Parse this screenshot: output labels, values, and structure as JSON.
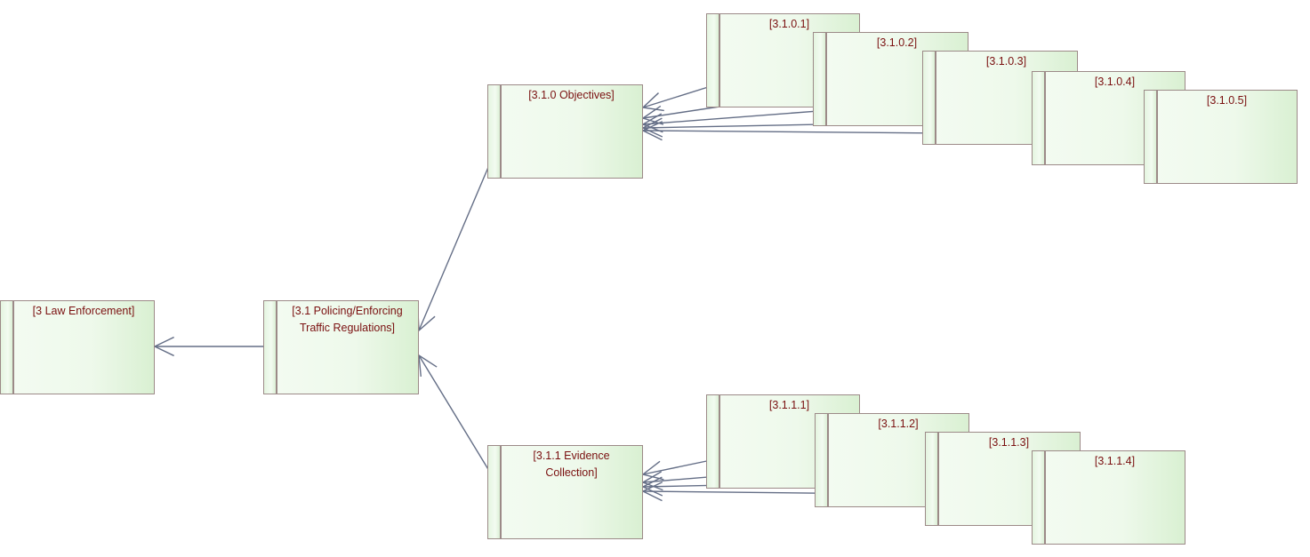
{
  "diagram": {
    "type": "hierarchy",
    "colors": {
      "box_fill_start": "#f3fbf1",
      "box_fill_end": "#d9f0d2",
      "box_border": "#9c8a88",
      "label_text": "#7a1010",
      "edge": "#646e86"
    },
    "nodes": [
      {
        "id": "n3",
        "label": "[3 Law Enforcement]"
      },
      {
        "id": "n31",
        "label": "[3.1 Policing/Enforcing\nTraffic Regulations]"
      },
      {
        "id": "n310",
        "label": "[3.1.0 Objectives]"
      },
      {
        "id": "n311",
        "label": "[3.1.1 Evidence\nCollection]"
      },
      {
        "id": "n3101",
        "label": "[3.1.0.1]"
      },
      {
        "id": "n3102",
        "label": "[3.1.0.2]"
      },
      {
        "id": "n3103",
        "label": "[3.1.0.3]"
      },
      {
        "id": "n3104",
        "label": "[3.1.0.4]"
      },
      {
        "id": "n3105",
        "label": "[3.1.0.5]"
      },
      {
        "id": "n3111",
        "label": "[3.1.1.1]"
      },
      {
        "id": "n3112",
        "label": "[3.1.1.2]"
      },
      {
        "id": "n3113",
        "label": "[3.1.1.3]"
      },
      {
        "id": "n3114",
        "label": "[3.1.1.4]"
      }
    ],
    "edges": [
      {
        "from": "n31",
        "to": "n3"
      },
      {
        "from": "n310",
        "to": "n31"
      },
      {
        "from": "n311",
        "to": "n31"
      },
      {
        "from": "n3101",
        "to": "n310"
      },
      {
        "from": "n3102",
        "to": "n310"
      },
      {
        "from": "n3103",
        "to": "n310"
      },
      {
        "from": "n3104",
        "to": "n310"
      },
      {
        "from": "n3105",
        "to": "n310"
      },
      {
        "from": "n3111",
        "to": "n311"
      },
      {
        "from": "n3112",
        "to": "n311"
      },
      {
        "from": "n3113",
        "to": "n311"
      },
      {
        "from": "n3114",
        "to": "n311"
      }
    ]
  }
}
